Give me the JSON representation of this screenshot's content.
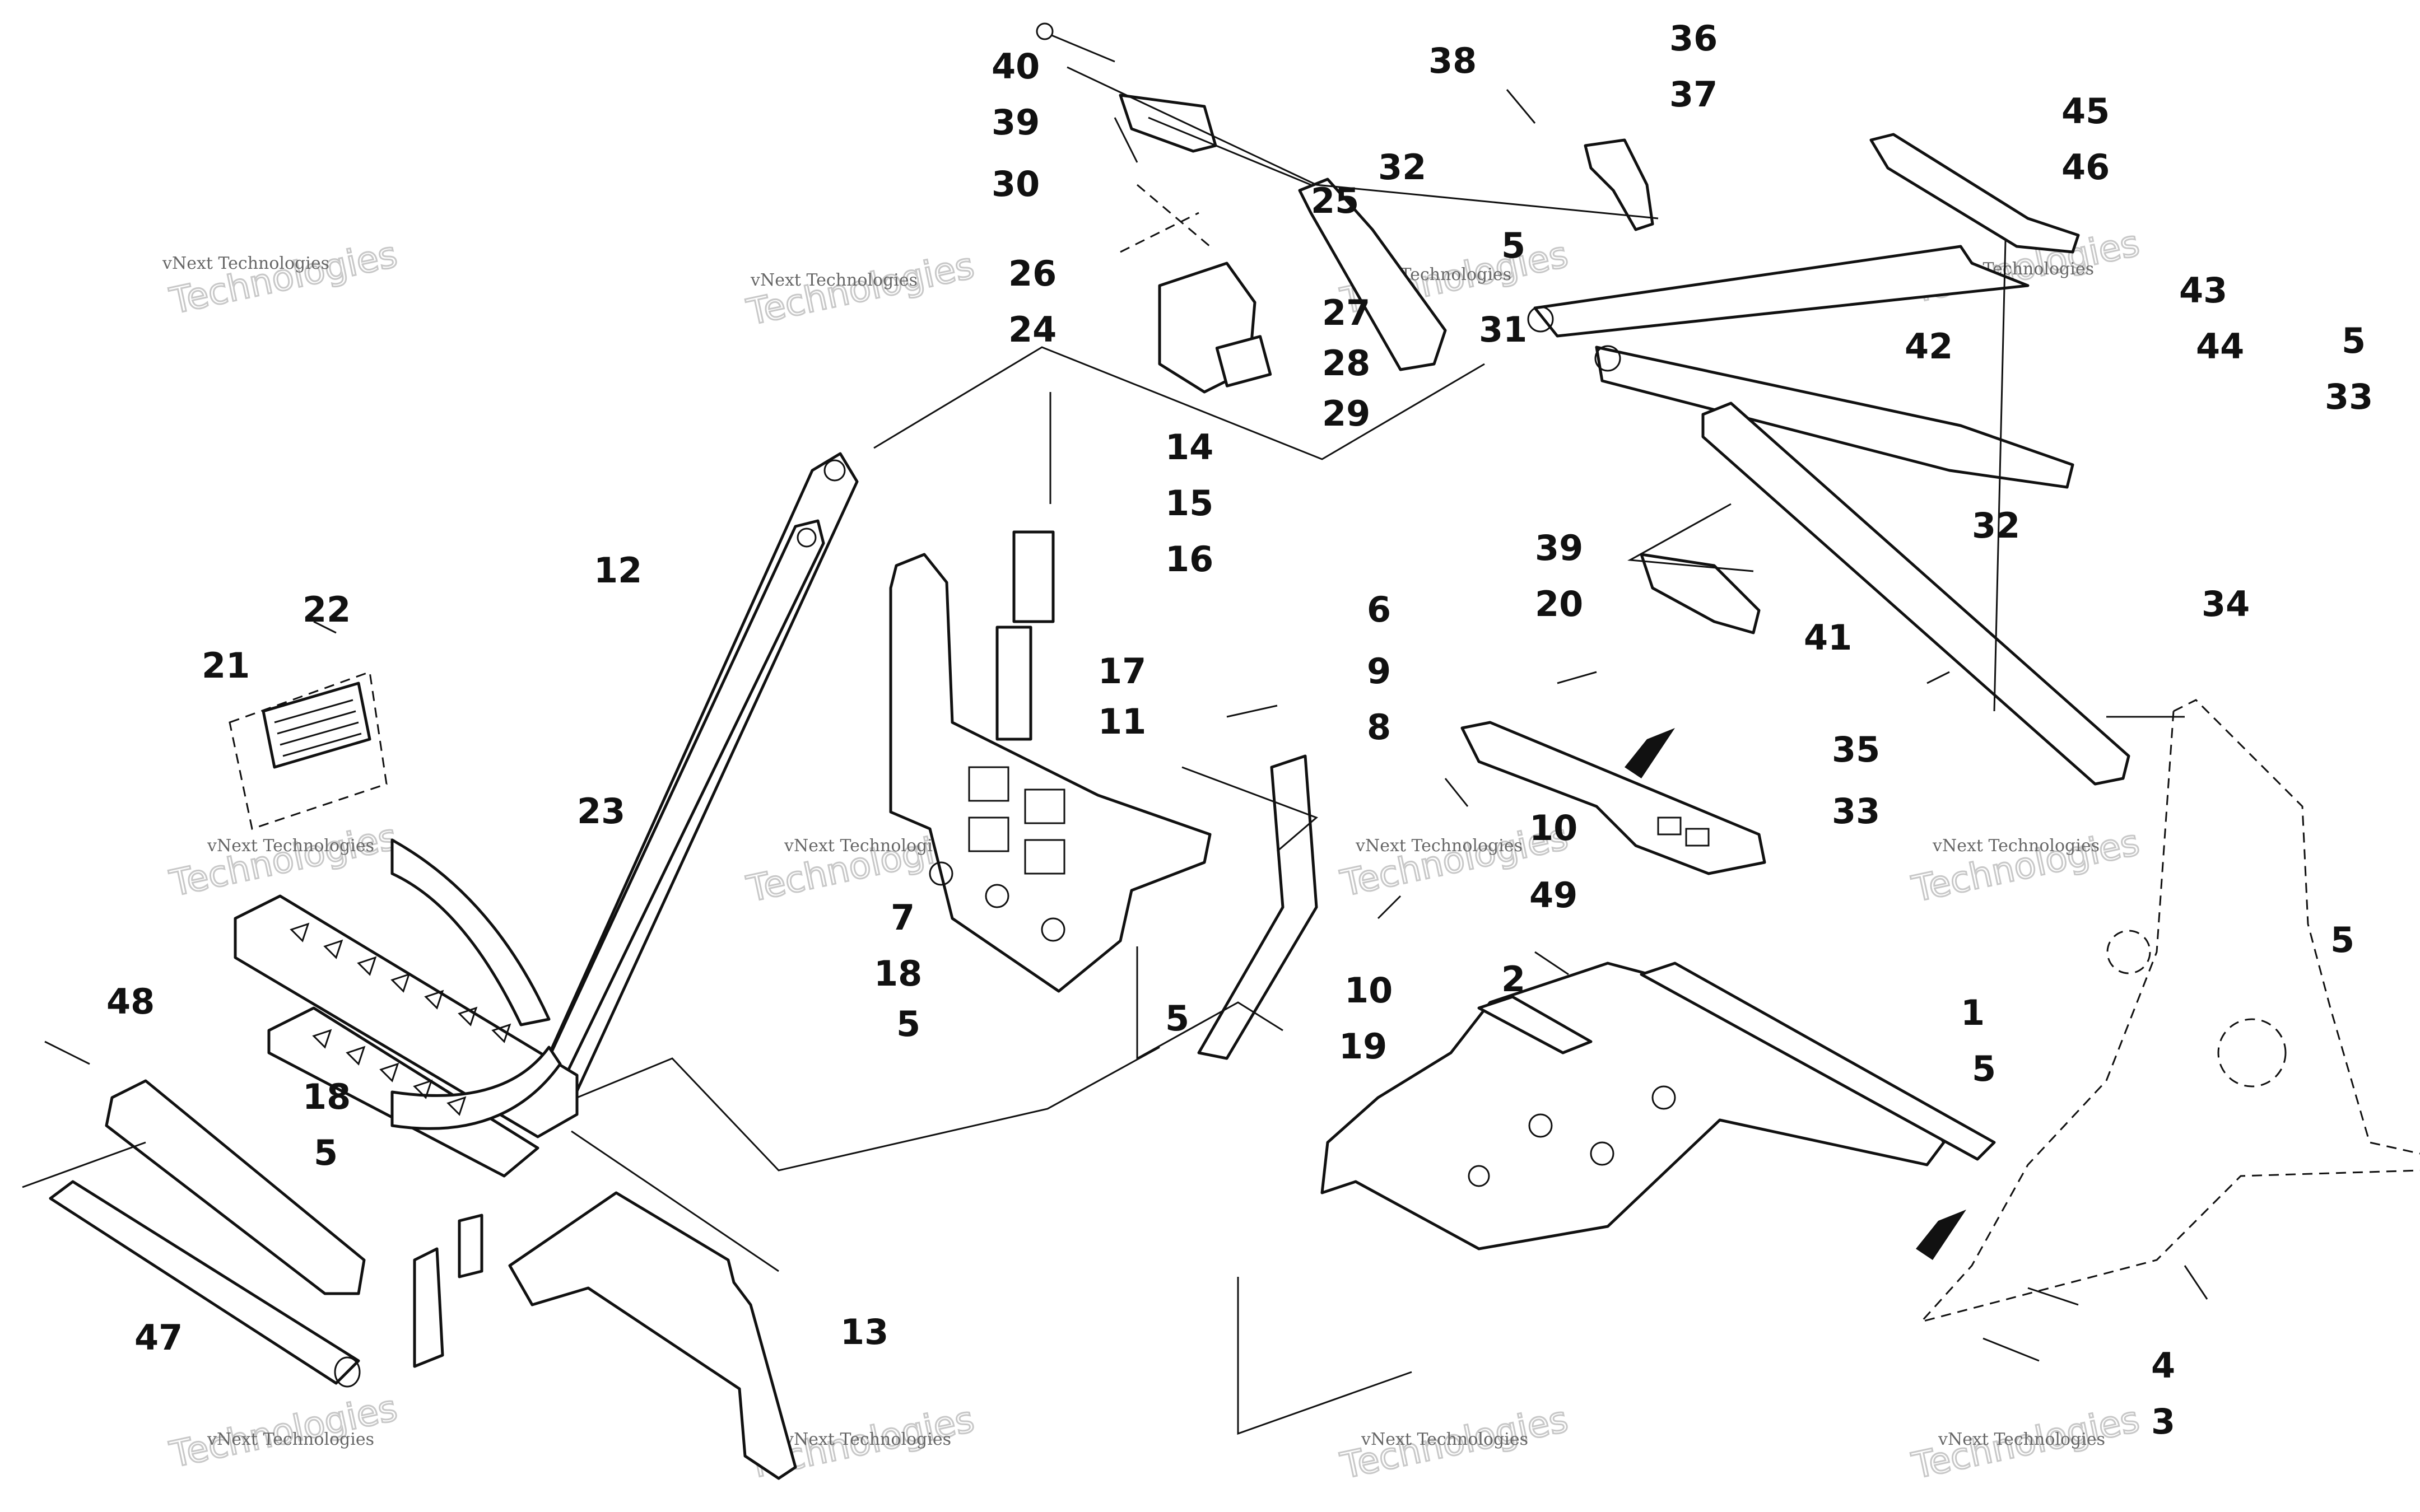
{
  "callouts": [
    {
      "id": "c1",
      "text": "1"
    },
    {
      "id": "c2",
      "text": "2"
    },
    {
      "id": "c3",
      "text": "3"
    },
    {
      "id": "c4",
      "text": "4"
    },
    {
      "id": "c5a",
      "text": "5"
    },
    {
      "id": "c5b",
      "text": "5"
    },
    {
      "id": "c5c",
      "text": "5"
    },
    {
      "id": "c5d",
      "text": "5"
    },
    {
      "id": "c5e",
      "text": "5"
    },
    {
      "id": "c5f",
      "text": "5"
    },
    {
      "id": "c5g",
      "text": "5"
    },
    {
      "id": "c6",
      "text": "6"
    },
    {
      "id": "c7",
      "text": "7"
    },
    {
      "id": "c8",
      "text": "8"
    },
    {
      "id": "c9",
      "text": "9"
    },
    {
      "id": "c10a",
      "text": "10"
    },
    {
      "id": "c10b",
      "text": "10"
    },
    {
      "id": "c11",
      "text": "11"
    },
    {
      "id": "c12",
      "text": "12"
    },
    {
      "id": "c13",
      "text": "13"
    },
    {
      "id": "c14",
      "text": "14"
    },
    {
      "id": "c15",
      "text": "15"
    },
    {
      "id": "c16",
      "text": "16"
    },
    {
      "id": "c17",
      "text": "17"
    },
    {
      "id": "c18a",
      "text": "18"
    },
    {
      "id": "c18b",
      "text": "18"
    },
    {
      "id": "c19",
      "text": "19"
    },
    {
      "id": "c20",
      "text": "20"
    },
    {
      "id": "c21",
      "text": "21"
    },
    {
      "id": "c22",
      "text": "22"
    },
    {
      "id": "c23",
      "text": "23"
    },
    {
      "id": "c24",
      "text": "24"
    },
    {
      "id": "c25",
      "text": "25"
    },
    {
      "id": "c26",
      "text": "26"
    },
    {
      "id": "c27",
      "text": "27"
    },
    {
      "id": "c28",
      "text": "28"
    },
    {
      "id": "c29",
      "text": "29"
    },
    {
      "id": "c30",
      "text": "30"
    },
    {
      "id": "c31",
      "text": "31"
    },
    {
      "id": "c32a",
      "text": "32"
    },
    {
      "id": "c32b",
      "text": "32"
    },
    {
      "id": "c33a",
      "text": "33"
    },
    {
      "id": "c33b",
      "text": "33"
    },
    {
      "id": "c34",
      "text": "34"
    },
    {
      "id": "c35",
      "text": "35"
    },
    {
      "id": "c36",
      "text": "36"
    },
    {
      "id": "c37",
      "text": "37"
    },
    {
      "id": "c38",
      "text": "38"
    },
    {
      "id": "c39a",
      "text": "39"
    },
    {
      "id": "c39b",
      "text": "39"
    },
    {
      "id": "c40",
      "text": "40"
    },
    {
      "id": "c41",
      "text": "41"
    },
    {
      "id": "c42",
      "text": "42"
    },
    {
      "id": "c43",
      "text": "43"
    },
    {
      "id": "c44",
      "text": "44"
    },
    {
      "id": "c45",
      "text": "45"
    },
    {
      "id": "c46",
      "text": "46"
    },
    {
      "id": "c47",
      "text": "47"
    },
    {
      "id": "c48",
      "text": "48"
    },
    {
      "id": "c49",
      "text": "49"
    }
  ],
  "watermark": {
    "line1": "vNext Technologies",
    "line2": "Technologies"
  }
}
